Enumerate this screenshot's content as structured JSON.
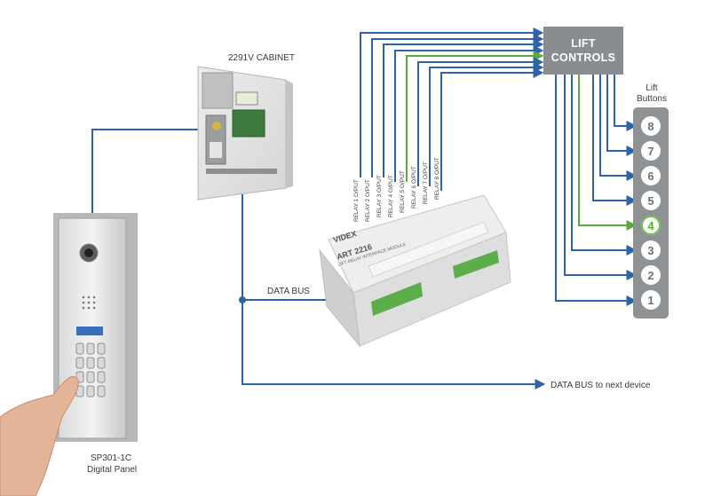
{
  "labels": {
    "cabinet": "2291V CABINET",
    "data_bus": "DATA BUS",
    "data_bus_next": "DATA BUS to next device",
    "panel_model": "SP301-1C",
    "panel_name": "Digital Panel",
    "lift_controls_line1": "LIFT",
    "lift_controls_line2": "CONTROLS",
    "lift_buttons_line1": "Lift",
    "lift_buttons_line2": "Buttons"
  },
  "module": {
    "brand": "VIDEX",
    "model": "ART 2216",
    "subtitle": "LIFT RELAY INTERFACE MODULE"
  },
  "relays": [
    "RELAY 1 O/PUT",
    "RELAY 2 O/PUT",
    "RELAY 3 O/PUT",
    "RELAY 4 O/PUT",
    "RELAY 5 O/PUT",
    "RELAY 6 O/PUT",
    "RELAY 7 O/PUT",
    "RELAY 8 O/PUT"
  ],
  "lift_buttons": [
    "8",
    "7",
    "6",
    "5",
    "4",
    "3",
    "2",
    "1"
  ],
  "active_button": "4",
  "colors": {
    "wire_blue": "#2f63a8",
    "wire_green": "#5aaa3c",
    "box_grey": "#8a8d90"
  }
}
